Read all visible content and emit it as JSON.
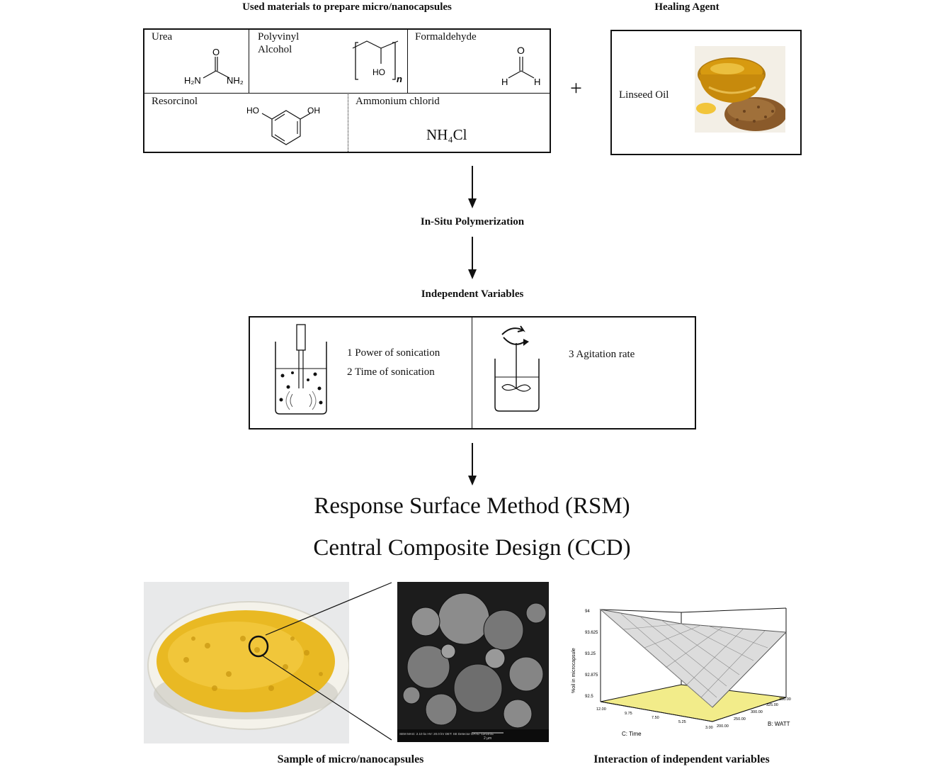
{
  "materials": {
    "header": "Used materials to prepare micro/nanocapsules",
    "urea": {
      "name": "Urea",
      "left": "H₂N",
      "right": "NH₂",
      "atom_o": "O"
    },
    "pva": {
      "name_line1": "Polyvinyl",
      "name_line2": "Alcohol",
      "ho": "HO",
      "n": "n"
    },
    "formaldehyde": {
      "name": "Formaldehyde",
      "o": "O",
      "h": "H"
    },
    "resorcinol": {
      "name": "Resorcinol",
      "ho": "HO",
      "oh": "OH"
    },
    "ammonium": {
      "name": "Ammonium chlorid",
      "formula": "NH₄Cl"
    }
  },
  "plus": "+",
  "healing": {
    "header": "Healing Agent",
    "label": "Linseed Oil"
  },
  "step1": "In-Situ Polymerization",
  "step2": "Independent Variables",
  "variables": {
    "v1": "1  Power of sonication",
    "v2": "2  Time of sonication",
    "v3": "3  Agitation rate"
  },
  "rsm": "Response Surface Method (RSM)",
  "ccd": "Central Composite Design (CCD)",
  "captions": {
    "sample": "Sample of micro/nanocapsules",
    "interaction": "Interaction of independent variables"
  },
  "surface_plot": {
    "zlabel": "%oil in microcapsule",
    "xlabel": "C: Time",
    "ylabel": "B: WATT",
    "zticks": [
      "94",
      "93.625",
      "93.25",
      "92.875",
      "92.5"
    ],
    "xticks": [
      "12.00",
      "9.75",
      "7.50",
      "5.25",
      "3.00"
    ],
    "yticks": [
      "200.00",
      "250.00",
      "300.00",
      "325.00",
      "350.00"
    ]
  },
  "sem": {
    "info": "SEM MAG: 2.10 kx   HV: 20.0 kV   DET: SE Detector   DATE: 12/14/15",
    "scale": "2 µm"
  },
  "colors": {
    "capsule": "#e9b923",
    "oil": "#d79a10",
    "plot_floor": "#f2ec8a"
  }
}
